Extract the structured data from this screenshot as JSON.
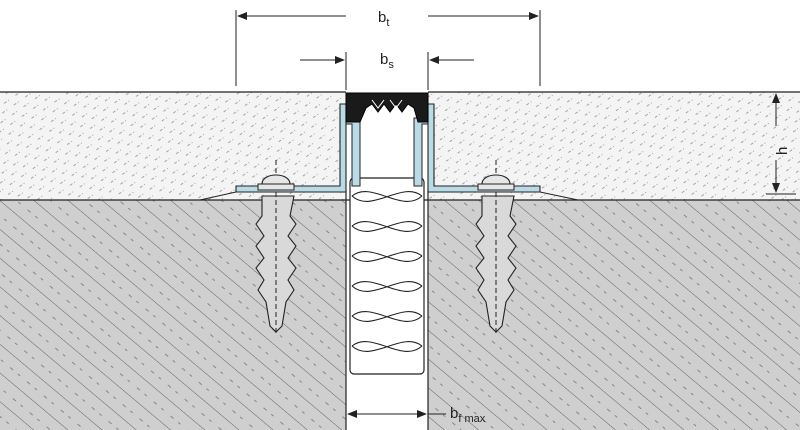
{
  "labels": {
    "total_width": {
      "main": "b",
      "sub": "t"
    },
    "seal_width": {
      "main": "b",
      "sub": "s"
    },
    "height": {
      "main": "h"
    },
    "filler_width": {
      "main": "b",
      "sub": "f max"
    }
  },
  "colors": {
    "screed_fill": "#f4f4f4",
    "concrete_fill": "#cfcfcf",
    "seal_black": "#1a1a1a",
    "profile_blue": "#b9dbe6",
    "outline": "#222222",
    "filler_fill": "#ffffff"
  }
}
